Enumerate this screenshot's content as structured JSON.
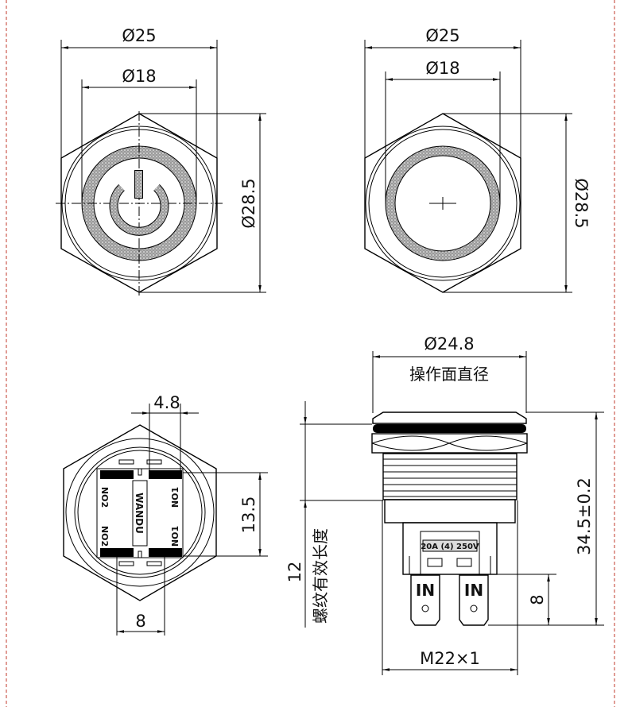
{
  "colors": {
    "line": "#000000",
    "border": "#c0392b",
    "ring": "#888888"
  },
  "top_left_view": {
    "dia_outer": "Ø25",
    "dia_inner": "Ø18",
    "across_corners": "Ø28.5",
    "icon": "power-icon"
  },
  "top_right_view": {
    "dia_outer": "Ø25",
    "dia_inner": "Ø18",
    "across_corners": "Ø28.5"
  },
  "terminal_view": {
    "pitch_top": "4.8",
    "spacing_vertical": "13.5",
    "spacing_bottom": "8",
    "brand": "WANDU",
    "labels": [
      "NO2",
      "NO2",
      "NO1",
      "NO1"
    ]
  },
  "side_view": {
    "face_dia": "Ø24.8",
    "face_dia_caption": "操作面直径",
    "thread_length": "12",
    "thread_length_caption": "螺纹有效长度",
    "total_height": "34.5±0.2",
    "terminal_length": "8",
    "thread": "M22×1",
    "rating": "20A (4) 250V",
    "terminal_labels": [
      "IN",
      "IN"
    ]
  }
}
